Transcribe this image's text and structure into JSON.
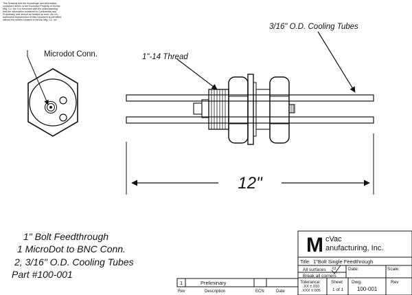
{
  "notice": [
    "This Drawing and the Knowledge and information",
    "contained herein, is the Exclusive Property of McVac",
    "Mfg. Co. Inc. It is furnished with the understanding",
    "that the information contained is Confidential and",
    "Proprietary, and should be treated as such. No Un-",
    "authorized reproduction of this Document is permitted",
    "without the written consent of McVac Mfg. Co. Inc"
  ],
  "callouts": {
    "connector": "Microdot Conn.",
    "thread": "1\"-14 Thread",
    "tubes": "3/16\" O.D. Cooling Tubes"
  },
  "dimension": "12\"",
  "description_lines": [
    "1\" Bolt Feedthrough",
    "1 MicroDot to BNC Conn.",
    "2, 3/16\" O.D. Cooling Tubes",
    "Part #100-001"
  ],
  "title_block": {
    "logo_letter": "M",
    "company_line1": "cVac",
    "company_line2": "anufacturing, Inc.",
    "title_label": "Title:",
    "title": "1\"Bolt Single Feedthrough",
    "all_surfaces": "All surfaces",
    "surface_finish": "63",
    "date_label": "Date:",
    "scale_label": "Scale:",
    "break_corners": "Break all corners",
    "tolerance_label": "Tolerance:",
    "tol_xx": ".XX  ±.010",
    "tol_xxx": ".XXX  ±.005",
    "sheet_label": "Sheet",
    "sheet_value": "1  of  1",
    "dwg_label": "Dwg:",
    "dwg_value": "100-001",
    "rev_label": "Rev"
  },
  "revision_block": {
    "rev": "1",
    "description": "Preliminary",
    "headers": [
      "Rev",
      "Description",
      "ECN",
      "Date"
    ]
  }
}
